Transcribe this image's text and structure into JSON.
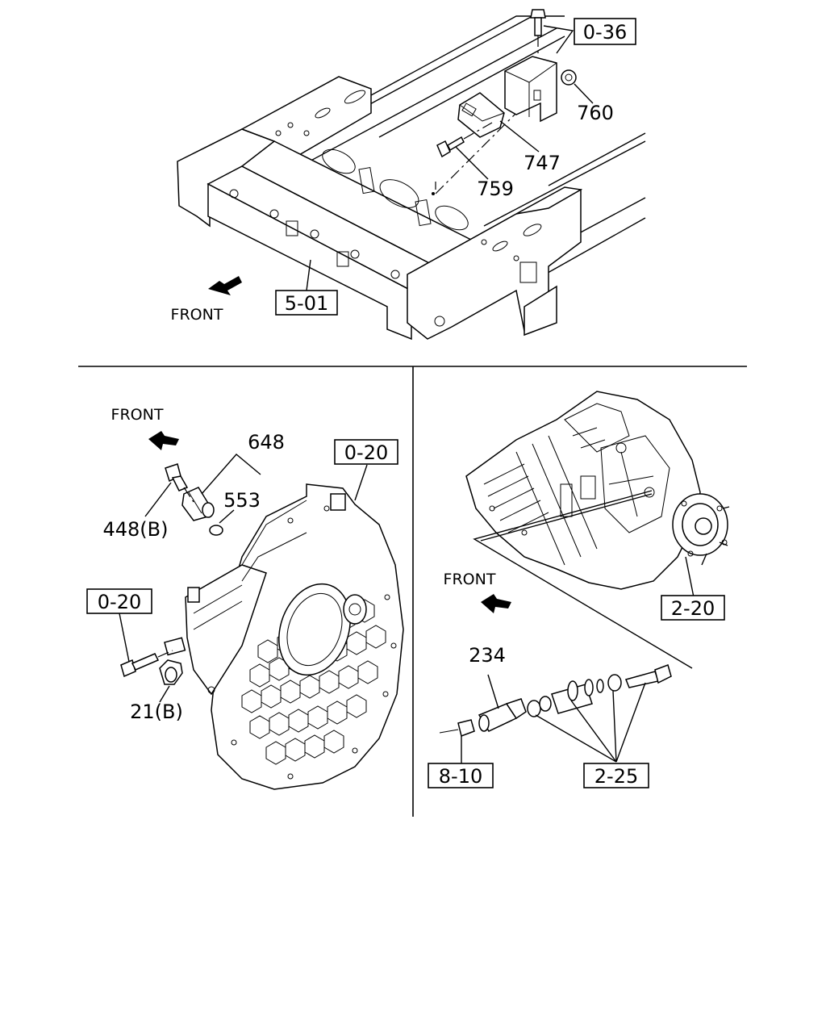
{
  "top_panel": {
    "front_label": "FRONT",
    "refs": {
      "r036": "0-36",
      "r501": "5-01"
    },
    "parts": {
      "p760": "760",
      "p747": "747",
      "p759": "759"
    }
  },
  "left_panel": {
    "front_label": "FRONT",
    "refs": {
      "r020a": "0-20",
      "r020b": "0-20"
    },
    "parts": {
      "p648": "648",
      "p553": "553",
      "p448b": "448(B)",
      "p21b": "21(B)"
    }
  },
  "right_panel": {
    "front_label": "FRONT",
    "refs": {
      "r220": "2-20",
      "r810": "8-10",
      "r225": "2-25"
    },
    "parts": {
      "p234": "234"
    }
  }
}
